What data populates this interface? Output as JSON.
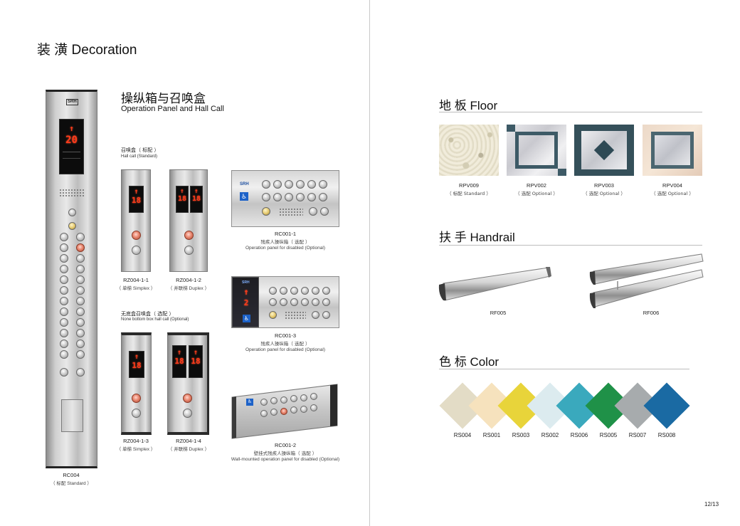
{
  "page": {
    "title": "装  潢 Decoration",
    "page_number": "12/13"
  },
  "left": {
    "car_panel": {
      "brand": "SRH",
      "floor": "20",
      "caption_code": "RC004",
      "caption_sub": "（ 标配 Standard ）"
    },
    "section_title_cn": "操纵箱与召唤盒",
    "section_title_en": "Operation Panel and Hall Call",
    "hall_call_cn": "召唤盒（ 标配 ）",
    "hall_call_en": "Hall call (Standard)",
    "nbb_cn": "无底盒召唤盒（ 选配 ）",
    "nbb_en": "None bottom box hall call (Optional)",
    "hall_calls": [
      {
        "code": "RZ004-1-1",
        "sub": "（ 单梯 Simplex ）",
        "floor": "18"
      },
      {
        "code": "RZ004-1-2",
        "sub": "（ 并联梯 Duplex ）",
        "floor": "18"
      },
      {
        "code": "RZ004-1-3",
        "sub": "（ 单梯 Simplex ）",
        "floor": "18"
      },
      {
        "code": "RZ004-1-4",
        "sub": "（ 并联梯 Duplex ）",
        "floor": "18"
      }
    ],
    "disabled_panels": [
      {
        "code": "RC001-1",
        "cn": "残疾人操纵箱（ 选配 ）",
        "en": "Operation panel for disabled (Optional)",
        "brand": "SRH"
      },
      {
        "code": "RC001-3",
        "cn": "残疾人操纵箱（ 选配 ）",
        "en": "Operation panel for disabled (Optional)",
        "brand": "SRH",
        "floor": "2"
      },
      {
        "code": "RC001-2",
        "cn": "壁挂式残疾人操纵箱（ 选配 ）",
        "en": "Wall-mounted operation panel for disabled (Optional)"
      }
    ]
  },
  "floor": {
    "title": "地  板 Floor",
    "items": [
      {
        "code": "RPV009",
        "sub": "（ 标配 Standard ）"
      },
      {
        "code": "RPV002",
        "sub": "（ 选配 Optional ）"
      },
      {
        "code": "RPV003",
        "sub": "（ 选配 Optional ）"
      },
      {
        "code": "RPV004",
        "sub": "（ 选配 Optional ）"
      }
    ]
  },
  "handrail": {
    "title": "扶  手 Handrail",
    "items": [
      {
        "code": "RF005"
      },
      {
        "code": "RF006"
      }
    ]
  },
  "color": {
    "title": "色  标 Color",
    "items": [
      {
        "code": "RS004",
        "hex": "#e3dcc6"
      },
      {
        "code": "RS001",
        "hex": "#f6e2bd"
      },
      {
        "code": "RS003",
        "hex": "#e8d43a"
      },
      {
        "code": "RS002",
        "hex": "#dcebef"
      },
      {
        "code": "RS006",
        "hex": "#3aa9bd"
      },
      {
        "code": "RS005",
        "hex": "#1f9148"
      },
      {
        "code": "RS007",
        "hex": "#a7abad"
      },
      {
        "code": "RS008",
        "hex": "#1a6aa3"
      }
    ]
  }
}
